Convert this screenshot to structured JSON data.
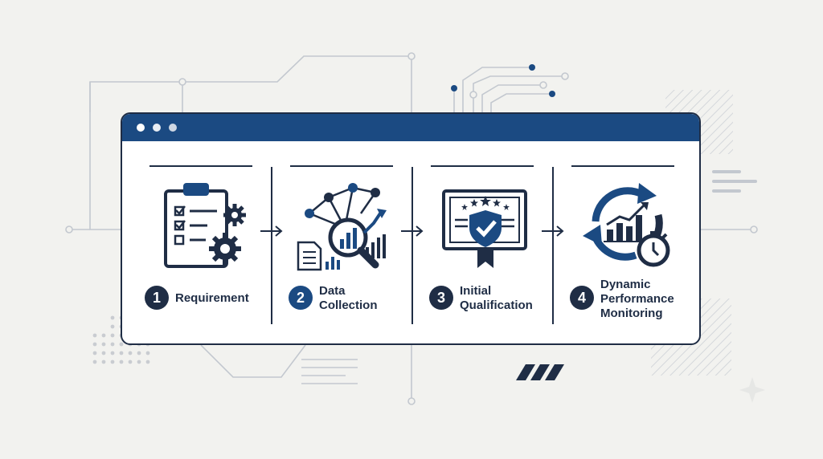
{
  "colors": {
    "navy": "#1f2d45",
    "blue": "#1b4a82",
    "background": "#f2f2ef",
    "line": "#c3c8cf"
  },
  "window": {
    "controls": [
      "close",
      "minimize",
      "maximize"
    ]
  },
  "steps": [
    {
      "number": "1",
      "label_lines": [
        "Requirement"
      ],
      "icon": "clipboard-checklist-gears-icon",
      "badge_color": "#1f2d45"
    },
    {
      "number": "2",
      "label_lines": [
        "Data",
        "Collection"
      ],
      "icon": "network-magnifier-chart-icon",
      "badge_color": "#1b4a82"
    },
    {
      "number": "3",
      "label_lines": [
        "Initial",
        "Qualification"
      ],
      "icon": "certificate-shield-check-icon",
      "badge_color": "#1f2d45"
    },
    {
      "number": "4",
      "label_lines": [
        "Dynamic",
        "Performance",
        "Monitoring"
      ],
      "icon": "cycle-chart-stopwatch-icon",
      "badge_color": "#1f2d45"
    }
  ]
}
